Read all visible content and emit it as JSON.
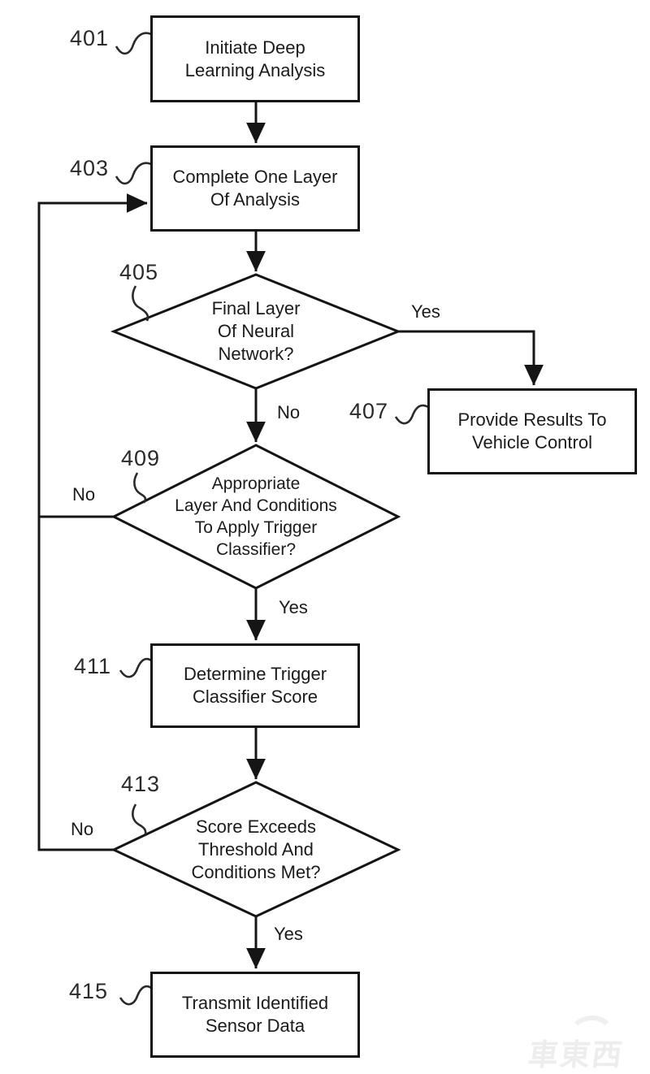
{
  "figure": {
    "title": "Deep learning trigger-classifier flowchart",
    "background_color": "#ffffff",
    "stroke_color": "#151515",
    "text_color": "#1b1b1b",
    "watermark_color": "#ededed"
  },
  "nodes": {
    "n401": {
      "ref": "401",
      "type": "process",
      "text": "Initiate Deep\nLearning Analysis"
    },
    "n403": {
      "ref": "403",
      "type": "process",
      "text": "Complete One Layer\nOf Analysis"
    },
    "n405": {
      "ref": "405",
      "type": "decision",
      "text": "Final Layer\nOf Neural\nNetwork?"
    },
    "n407": {
      "ref": "407",
      "type": "process",
      "text": "Provide Results To\nVehicle Control"
    },
    "n409": {
      "ref": "409",
      "type": "decision",
      "text": "Appropriate\nLayer And Conditions\nTo Apply Trigger\nClassifier?"
    },
    "n411": {
      "ref": "411",
      "type": "process",
      "text": "Determine Trigger\nClassifier Score"
    },
    "n413": {
      "ref": "413",
      "type": "decision",
      "text": "Score Exceeds\nThreshold And\nConditions Met?"
    },
    "n415": {
      "ref": "415",
      "type": "process",
      "text": "Transmit Identified\nSensor Data"
    }
  },
  "edge_labels": {
    "yes_405": "Yes",
    "no_405": "No",
    "no_409": "No",
    "yes_409": "Yes",
    "no_413": "No",
    "yes_413": "Yes"
  },
  "watermark": {
    "text": "車東西"
  }
}
